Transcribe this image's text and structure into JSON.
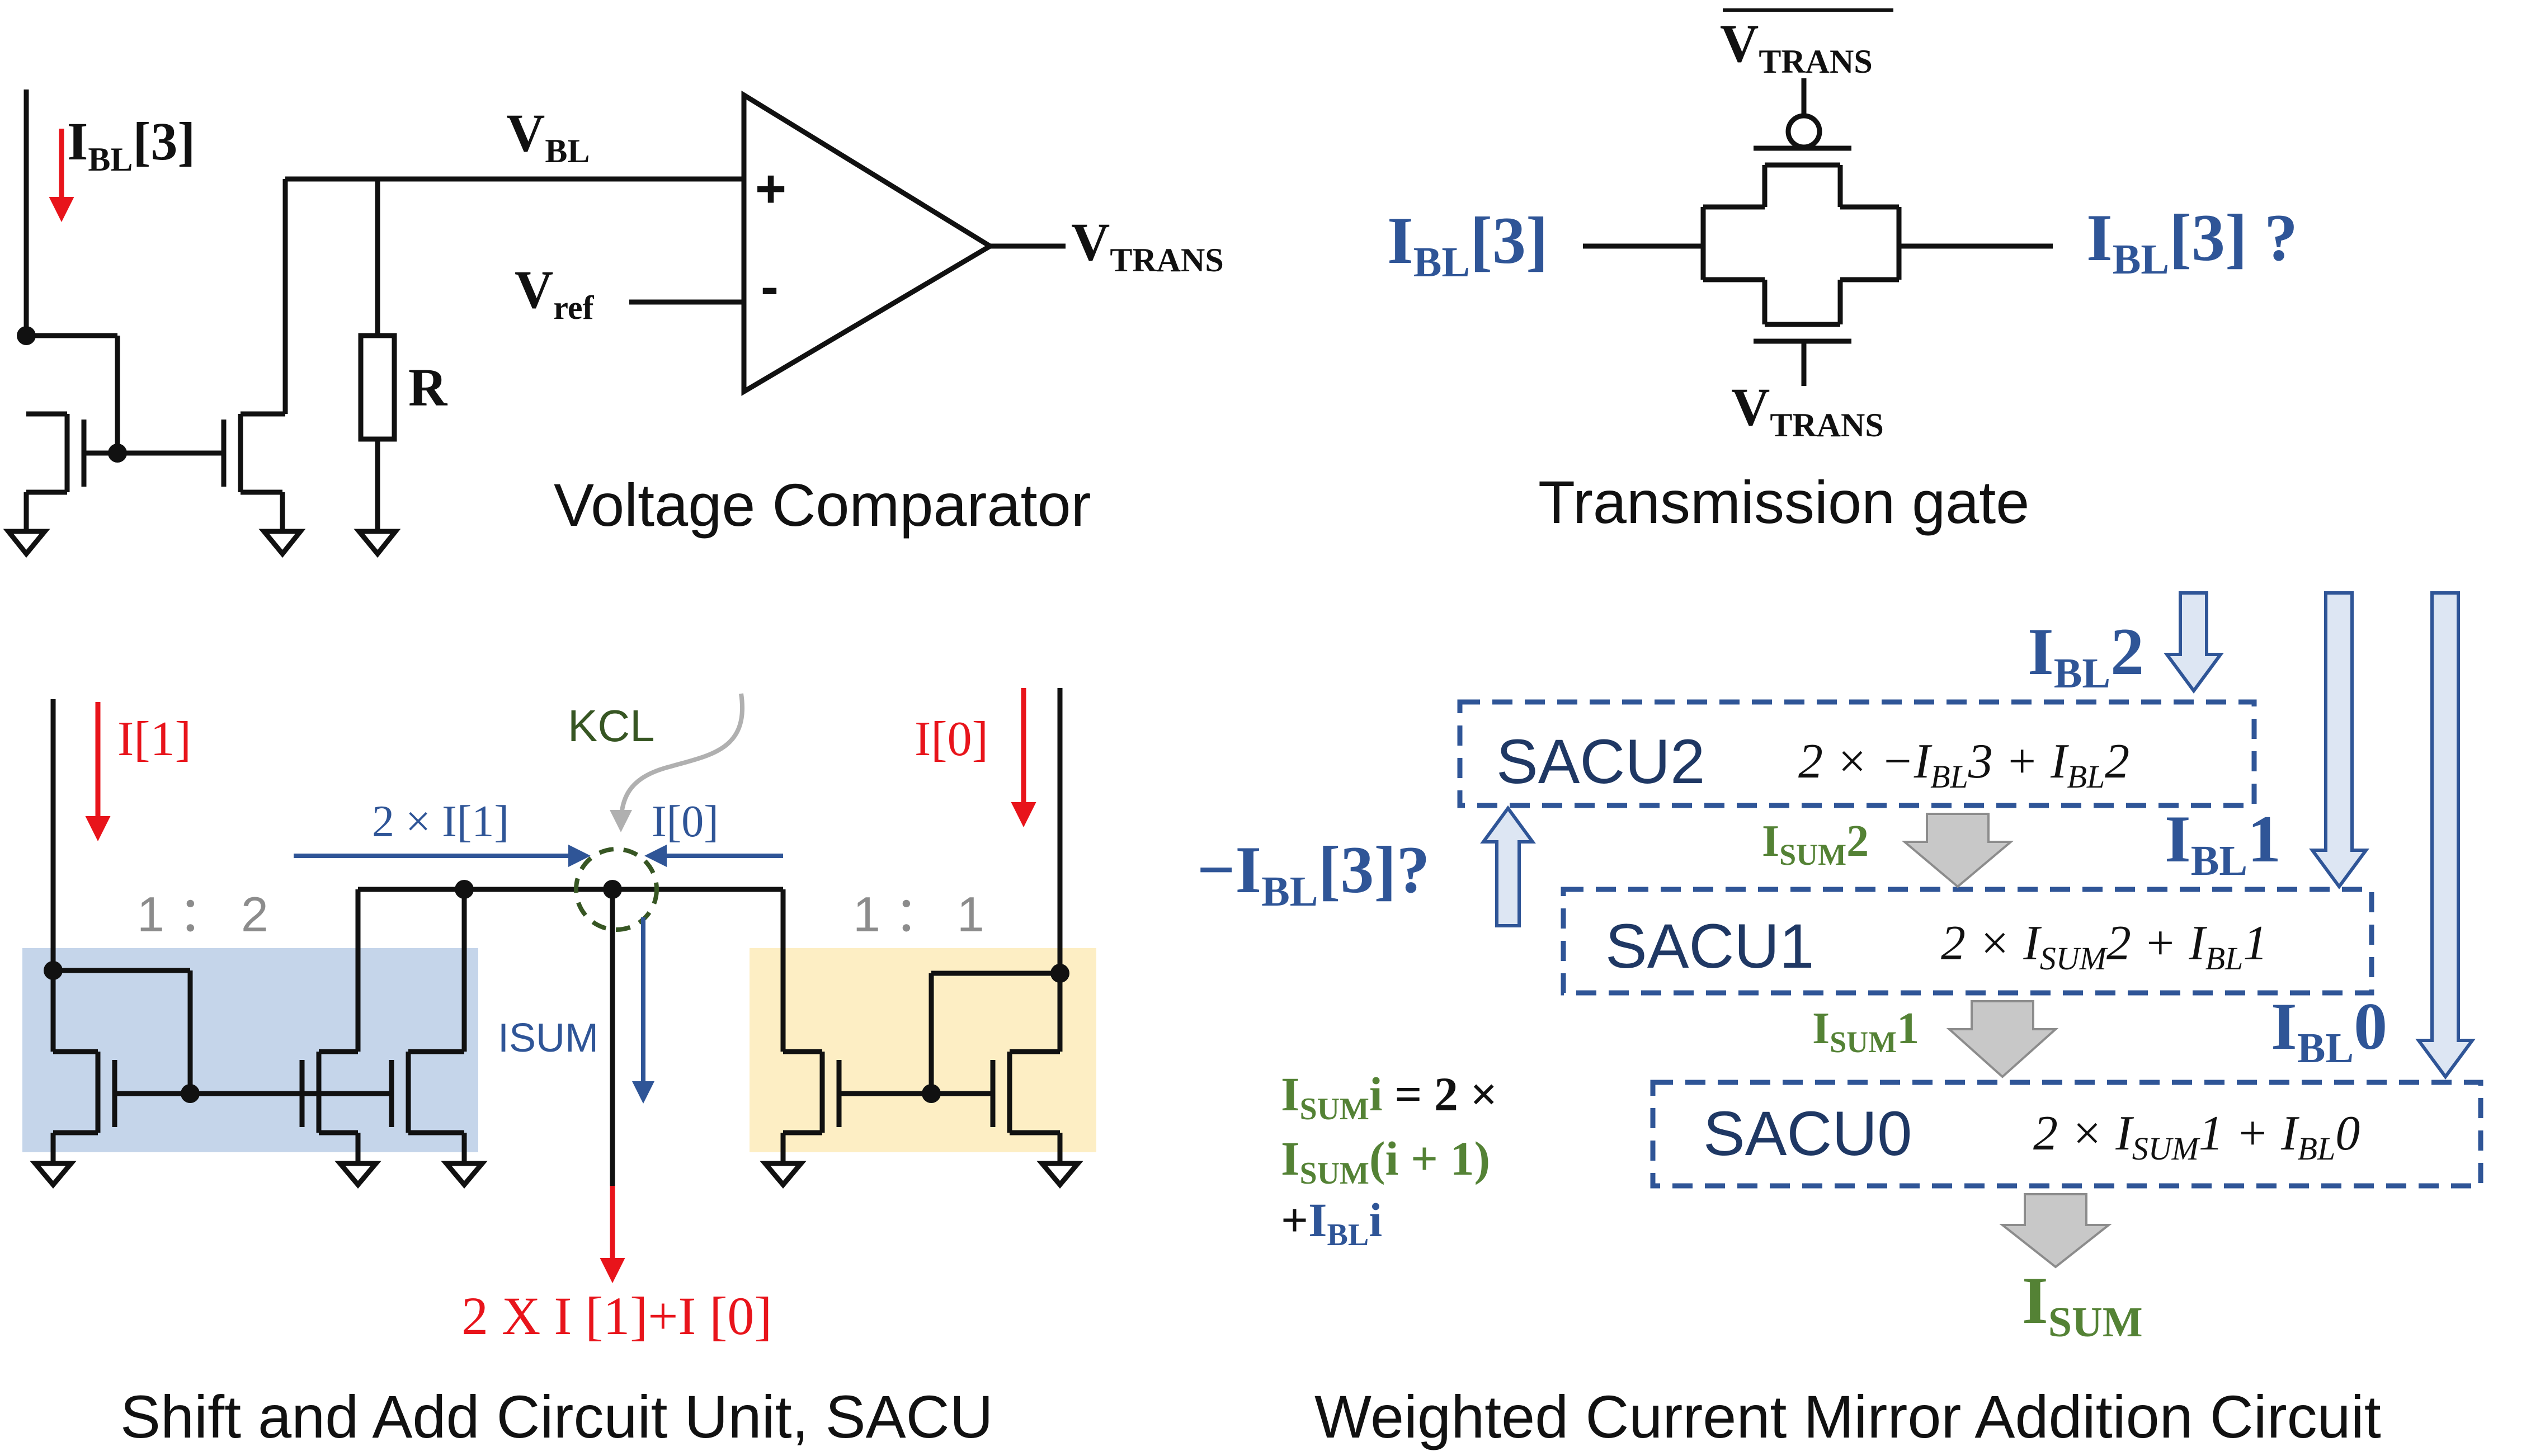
{
  "colors": {
    "black": "#111111",
    "red": "#e8141b",
    "blue": "#2f5597",
    "green": "#548235",
    "dark_green": "#375623",
    "grey": "#8c8c8c",
    "arrow_grey": "#c8c8c8",
    "light_blue_fill": "#c5d5ea",
    "light_yellow_fill": "#fdeec4",
    "hollow_arrow_fill": "#dde6f3"
  },
  "voltage_comparator": {
    "ibl3_main": "I",
    "ibl3_sub": "BL",
    "ibl3_idx": "[3]",
    "vbl_main": "V",
    "vbl_sub": "BL",
    "vref_main": "V",
    "vref_sub": "ref",
    "plus": "+",
    "minus": "-",
    "vtrans_main": "V",
    "vtrans_sub": "TRANS",
    "r_label": "R",
    "caption": "Voltage Comparator"
  },
  "transmission_gate": {
    "top_main": "V",
    "top_sub": "TRANS",
    "bottom_main": "V",
    "bottom_sub": "TRANS",
    "in_main": "I",
    "in_sub": "BL",
    "in_idx": "[3]",
    "out_main": "I",
    "out_sub": "BL",
    "out_idx": "[3] ?",
    "caption": "Transmission gate"
  },
  "sacu": {
    "i1_label": "I[1]",
    "i0_label": "I[0]",
    "kcl_label": "KCL",
    "two_i1_label": "2 × I[1]",
    "i0_blue_label": "I[0]",
    "ratio_left": "1 ： 2",
    "ratio_right": "1 ： 1",
    "isum_label": "ISUM",
    "output_label": "2 X I [1]+I [0]",
    "caption": "Shift and Add Circuit Unit, SACU"
  },
  "weighted": {
    "ibl2_main": "I",
    "ibl2_sub": "BL",
    "ibl2_idx": "2",
    "ibl1_main": "I",
    "ibl1_sub": "BL",
    "ibl1_idx": "1",
    "ibl0_main": "I",
    "ibl0_sub": "BL",
    "ibl0_idx": "0",
    "neg_ibl3_pre": "−I",
    "neg_ibl3_sub": "BL",
    "neg_ibl3_idx": "[3]?",
    "sacu2": "SACU2",
    "sacu1": "SACU1",
    "sacu0": "SACU0",
    "eq2": "2 × −I",
    "eq2_sub1": "BL",
    "eq2_mid": "3 + I",
    "eq2_sub2": "BL",
    "eq2_end": "2",
    "eq1": "2 × I",
    "eq1_sub1": "SUM",
    "eq1_mid": "2 + I",
    "eq1_sub2": "BL",
    "eq1_end": "1",
    "eq0": "2 × I",
    "eq0_sub1": "SUM",
    "eq0_mid": "1 + I",
    "eq0_sub2": "BL",
    "eq0_end": "0",
    "isum2_main": "I",
    "isum2_sub": "SUM",
    "isum2_idx": "2",
    "isum1_main": "I",
    "isum1_sub": "SUM",
    "isum1_idx": "1",
    "formula_l1_main": "I",
    "formula_l1_sub": "SUM",
    "formula_l1_rest": "i",
    "formula_l1_black": " = 2 ×",
    "formula_l2_main": "I",
    "formula_l2_sub": "SUM",
    "formula_l2_rest": "(i + 1)",
    "formula_l3_plus": "+",
    "formula_l3_main": "I",
    "formula_l3_sub": "BL",
    "formula_l3_rest": "i",
    "isum_out_main": "I",
    "isum_out_sub": "SUM",
    "caption": "Weighted Current Mirror Addition Circuit"
  }
}
